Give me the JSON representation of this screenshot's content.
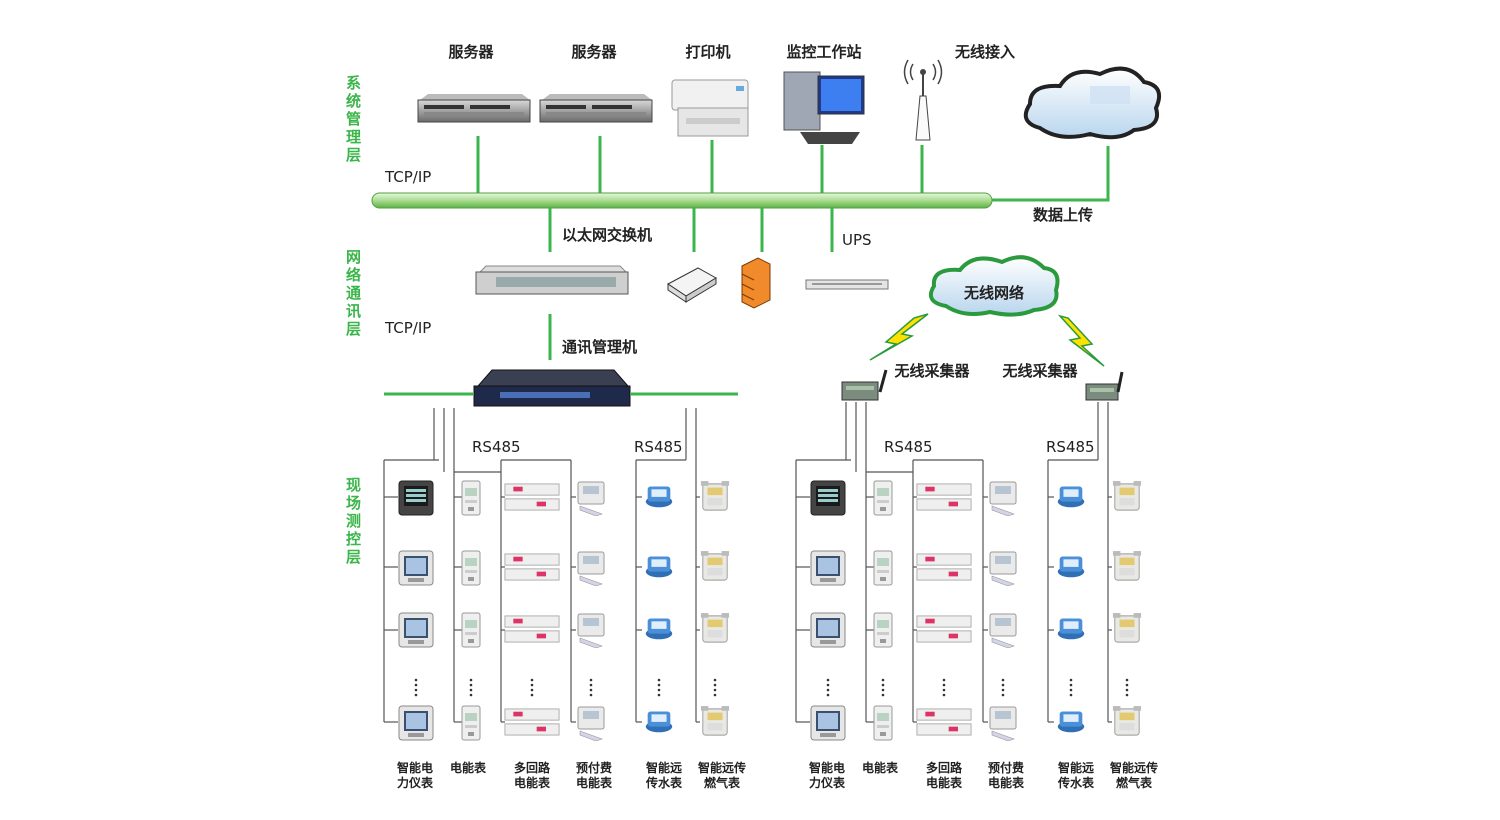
{
  "colors": {
    "accent_green": "#3cb64c",
    "layer_label": "#3bb54a",
    "line_gray": "#555555"
  },
  "layers": {
    "management": "系统管理层",
    "network": "网络通讯层",
    "field": "现场测控层"
  },
  "top_devices": {
    "server1": "服务器",
    "server2": "服务器",
    "printer": "打印机",
    "workstation": "监控工作站",
    "wireless_access": "无线接入"
  },
  "protocols": {
    "tcpip_top": "TCP/IP",
    "tcpip_mid": "TCP/IP",
    "rs485": "RS485"
  },
  "labels": {
    "data_upload": "数据上传",
    "ethernet_switch": "以太网交换机",
    "ups": "UPS",
    "comm_manager": "通讯管理机",
    "wireless_network": "无线网络",
    "wireless_collector_1": "无线采集器",
    "wireless_collector_2": "无线采集器"
  },
  "meter_columns": {
    "smart_power_line1": "智能电",
    "smart_power_line2": "力仪表",
    "energy_meter": "电能表",
    "multi_loop_line1": "多回路",
    "multi_loop_line2": "电能表",
    "prepaid_line1": "预付费",
    "prepaid_line2": "电能表",
    "water_line1": "智能远",
    "water_line2": "传水表",
    "gas_line1": "智能远传",
    "gas_line2": "燃气表"
  }
}
